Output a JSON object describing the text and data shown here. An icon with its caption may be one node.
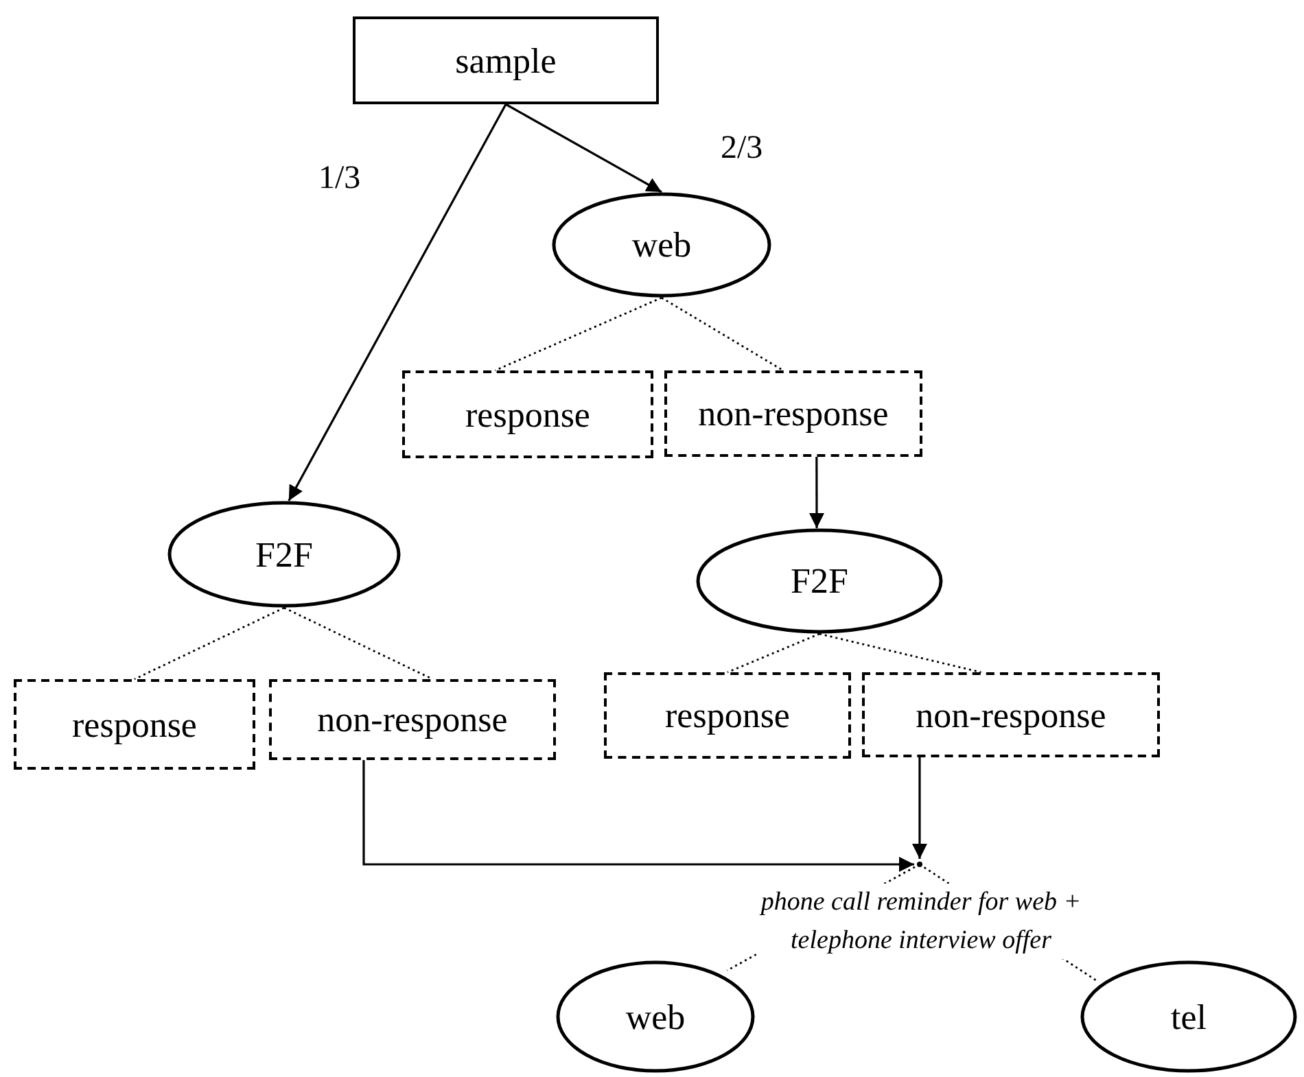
{
  "diagram": {
    "nodes": [
      {
        "text": [
          "sample"
        ]
      },
      {
        "text": [
          "web"
        ]
      },
      {
        "text": [
          "response"
        ]
      },
      {
        "text": [
          "non-response"
        ]
      },
      {
        "text": [
          "F2F"
        ]
      },
      {
        "text": [
          "F2F"
        ]
      },
      {
        "text": [
          "response"
        ]
      },
      {
        "text": [
          "non-response"
        ]
      },
      {
        "text": [
          "response"
        ]
      },
      {
        "text": [
          "non-response"
        ]
      },
      {
        "text": [],
        "shape": "point"
      },
      {
        "text": [
          "web"
        ]
      },
      {
        "text": [
          "tel"
        ]
      }
    ],
    "edges": [
      {
        "from": 0,
        "to": 4,
        "arrow": "to"
      },
      {
        "from": 0,
        "to": 1,
        "arrow": "to"
      },
      {
        "from": 1,
        "to": 2,
        "arrow": "none",
        "style": "dashed"
      },
      {
        "from": 1,
        "to": 3,
        "arrow": "none",
        "style": "dashed"
      },
      {
        "from": 3,
        "to": 5,
        "arrow": "to"
      },
      {
        "from": 4,
        "to": 6,
        "arrow": "none",
        "style": "dashed"
      },
      {
        "from": 4,
        "to": 7,
        "arrow": "none",
        "style": "dashed"
      },
      {
        "from": 5,
        "to": 8,
        "arrow": "none",
        "style": "dashed"
      },
      {
        "from": 5,
        "to": 9,
        "arrow": "none",
        "style": "dashed"
      },
      {
        "from": 7,
        "to": 10,
        "arrow": "to"
      },
      {
        "from": 9,
        "to": 10,
        "arrow": "to"
      },
      {
        "from": 10,
        "to": 11,
        "arrow": "none",
        "style": "dashed"
      },
      {
        "from": 10,
        "to": 12,
        "arrow": "none",
        "style": "dashed"
      }
    ],
    "labels": [
      "1/3",
      "2/3",
      "phone call reminder for web + telephone interview offer"
    ]
  }
}
